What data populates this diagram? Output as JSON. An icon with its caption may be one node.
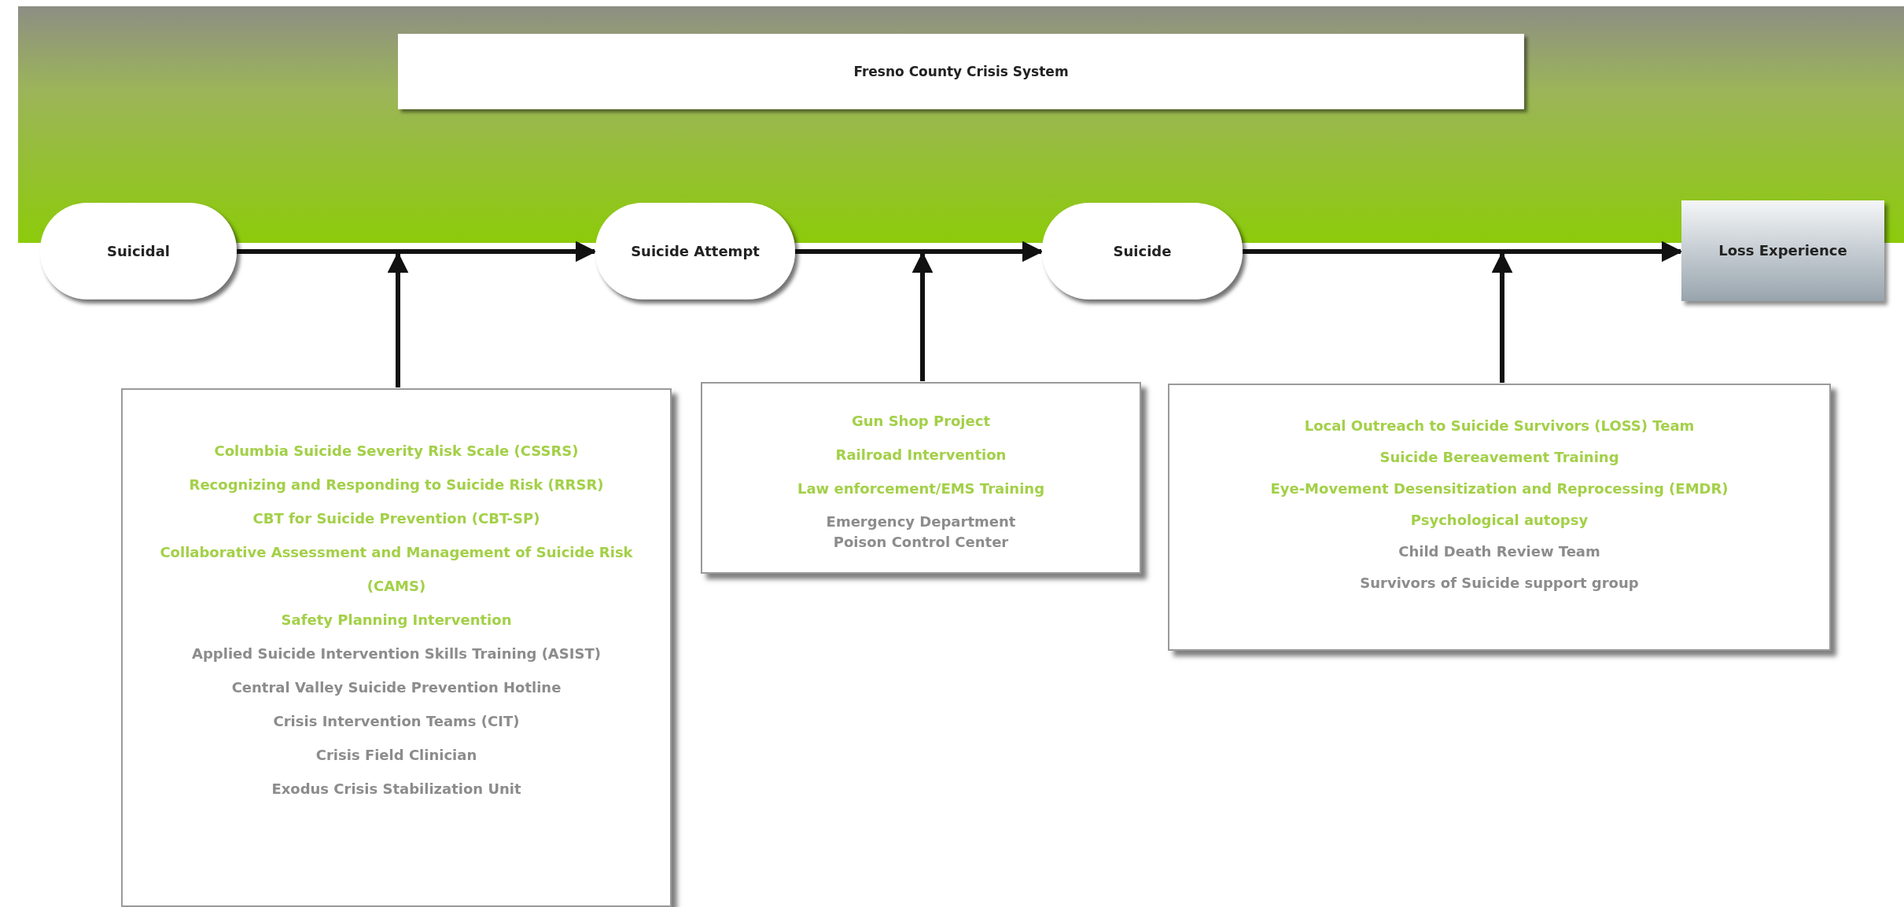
{
  "diagram": {
    "title": "Fresno County Crisis System",
    "nodes": [
      {
        "text": [
          "Suicidal"
        ]
      },
      {
        "text": [
          "Suicide Attempt"
        ]
      },
      {
        "text": [
          "Suicide"
        ]
      },
      {
        "text": [
          "Loss Experience"
        ]
      },
      {
        "text": [
          "Columbia Suicide Severity Risk Scale (CSSRS)",
          "Recognizing and Responding to Suicide Risk (RRSR)",
          "CBT for Suicide Prevention (CBT-SP)",
          "Collaborative Assessment and Management of Suicide Risk (CAMS)",
          "Safety Planning Intervention",
          "Applied Suicide Intervention Skills Training (ASIST)",
          "Central Valley Suicide Prevention Hotline",
          "Crisis Intervention Teams (CIT)",
          "Crisis Field Clinician",
          "Exodus Crisis Stabilization Unit"
        ]
      },
      {
        "text": [
          "Gun Shop Project",
          "Railroad Intervention",
          "Law enforcement/EMS Training",
          "Emergency Department",
          "Poison Control Center"
        ]
      },
      {
        "text": [
          "Local Outreach to Suicide Survivors (LOSS) Team",
          "Suicide Bereavement Training",
          "Eye-Movement Desensitization and Reprocessing (EMDR)",
          "Psychological autopsy",
          "Child Death Review Team",
          "Survivors of Suicide support group"
        ]
      }
    ],
    "edges": [
      {
        "from": 0,
        "to": 1,
        "arrow": "to"
      },
      {
        "from": 1,
        "to": 2,
        "arrow": "to"
      },
      {
        "from": 2,
        "to": 3,
        "arrow": "to"
      },
      {
        "from": 4,
        "to": null,
        "arrow": "to"
      },
      {
        "from": 5,
        "to": null,
        "arrow": "to"
      },
      {
        "from": 6,
        "to": null,
        "arrow": "to"
      }
    ]
  }
}
